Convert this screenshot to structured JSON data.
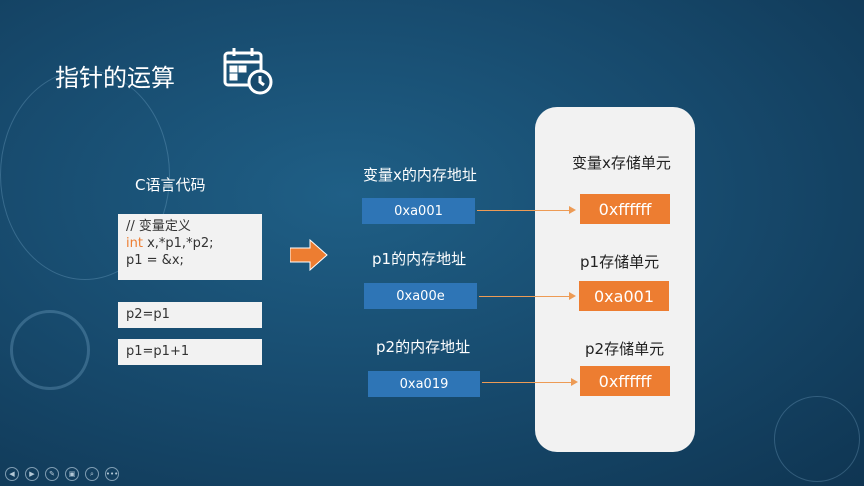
{
  "title": "指针的运算",
  "code_heading": "C语言代码",
  "code": {
    "comment": "// 变量定义",
    "keyword": "int",
    "decl": " x,*p1,*p2;",
    "assign": "p1 = &x;",
    "stmt1": "p2=p1",
    "stmt2": "p1=p1+1"
  },
  "addresses": [
    {
      "label": "变量x的内存地址",
      "value": "0xa001"
    },
    {
      "label": "p1的内存地址",
      "value": "0xa00e"
    },
    {
      "label": "p2的内存地址",
      "value": "0xa019"
    }
  ],
  "cells": [
    {
      "label": "变量x存储单元",
      "value": "0xffffff"
    },
    {
      "label": "p1存储单元",
      "value": "0xa001"
    },
    {
      "label": "p2存储单元",
      "value": "0xffffff"
    }
  ],
  "nav": [
    "◀",
    "▶",
    "✎",
    "▣",
    "⌕",
    "•••"
  ],
  "colors": {
    "accent": "#ed7d31",
    "blue": "#2e75b6",
    "keyword": "#ed7d31"
  }
}
